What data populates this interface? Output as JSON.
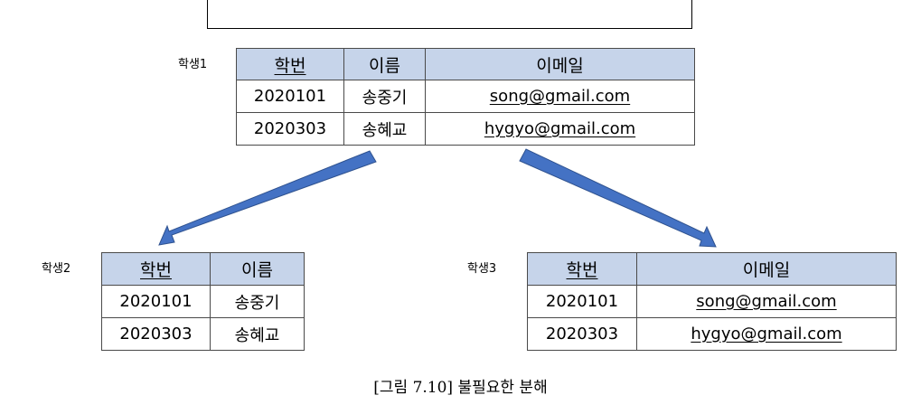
{
  "colors": {
    "header_fill": "#c6d4ea",
    "arrow_fill": "#4472c4",
    "border": "#4a4a4a"
  },
  "relations": {
    "student1": {
      "label": "학생1",
      "columns": [
        "학번",
        "이름",
        "이메일"
      ],
      "key_column": "학번",
      "rows": [
        [
          "2020101",
          "송중기",
          "song@gmail.com"
        ],
        [
          "2020303",
          "송혜교",
          "hygyo@gmail.com"
        ]
      ]
    },
    "student2": {
      "label": "학생2",
      "columns": [
        "학번",
        "이름"
      ],
      "key_column": "학번",
      "rows": [
        [
          "2020101",
          "송중기"
        ],
        [
          "2020303",
          "송혜교"
        ]
      ]
    },
    "student3": {
      "label": "학생3",
      "columns": [
        "학번",
        "이메일"
      ],
      "key_column": "학번",
      "rows": [
        [
          "2020101",
          "song@gmail.com"
        ],
        [
          "2020303",
          "hygyo@gmail.com"
        ]
      ]
    }
  },
  "caption": "[그림 7.10] 불필요한 분해"
}
